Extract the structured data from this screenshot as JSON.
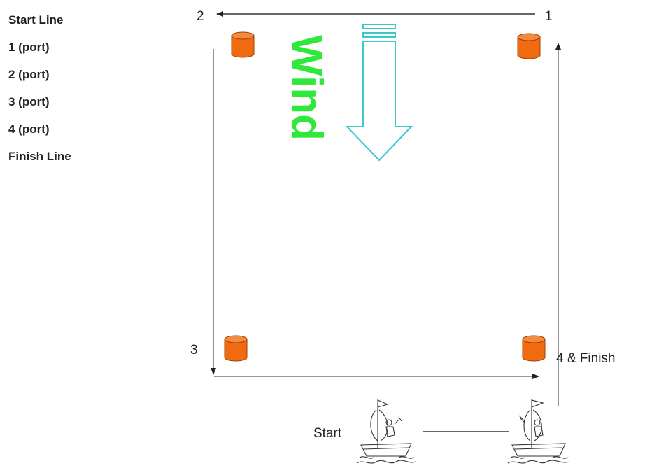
{
  "legend": {
    "items": [
      "Start Line",
      "1 (port)",
      "2 (port)",
      "3 (port)",
      "4 (port)",
      "Finish Line"
    ]
  },
  "labels": {
    "mark1": "1",
    "mark2": "2",
    "mark3": "3",
    "mark4": "4 & Finish",
    "start": "Start",
    "wind": "Wind"
  },
  "colors": {
    "buoy_fill": "#f06a10",
    "buoy_top": "#f48a40",
    "buoy_stroke": "#a04000",
    "wind_text": "#2ee83a",
    "wind_arrow": "#3cc8c8",
    "line": "#333333"
  },
  "icons": {
    "buoy": "buoy-icon",
    "boat": "sailing-boat-icon",
    "wind_arrow": "down-arrow-icon"
  }
}
